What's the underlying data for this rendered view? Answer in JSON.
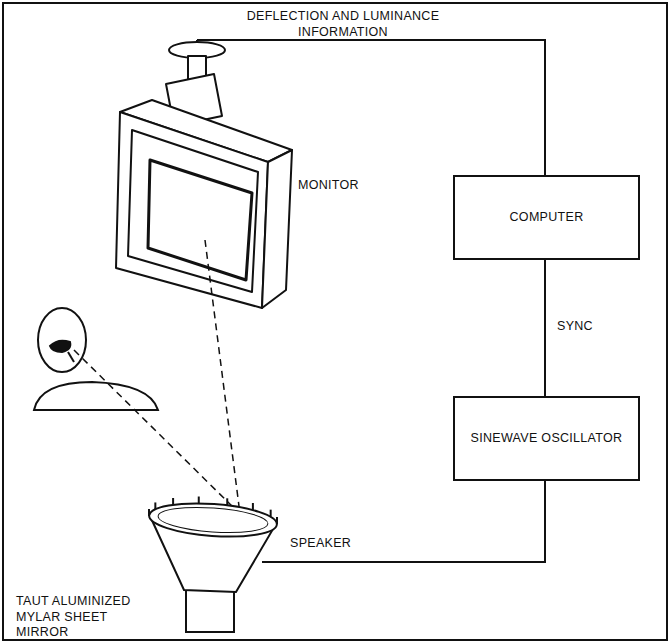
{
  "diagram": {
    "nodes": [
      {
        "text": [
          "COMPUTER"
        ]
      },
      {
        "text": [
          "SINEWAVE OSCILLATOR"
        ]
      }
    ],
    "edges": [
      {
        "from": 0,
        "to": 1,
        "arrow": "none",
        "label": "SYNC"
      }
    ],
    "labels": [
      "DEFLECTION AND LUMINANCE INFORMATION",
      "MONITOR",
      "SPEAKER",
      "TAUT ALUMINIZED MYLAR SHEET MIRROR"
    ]
  }
}
